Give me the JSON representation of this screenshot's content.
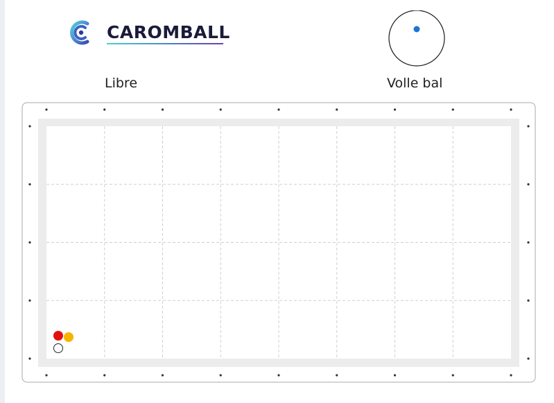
{
  "brand": {
    "name": "CAROMBALL",
    "icon": "caromball-logo-icon"
  },
  "game": {
    "mode_label": "Libre"
  },
  "ball_indicator": {
    "label": "Volle bal",
    "accent_color": "#1f74d4"
  },
  "table": {
    "cloth_color": "#ffffff",
    "cushion_color": "#ececec",
    "grid_divisions": {
      "columns": 8,
      "rows": 4
    },
    "diamonds": true,
    "balls": [
      {
        "name": "red-ball",
        "color": "#e31010"
      },
      {
        "name": "yellow-ball",
        "color": "#f6b400"
      },
      {
        "name": "white-ball",
        "color": "#ffffff"
      }
    ]
  }
}
